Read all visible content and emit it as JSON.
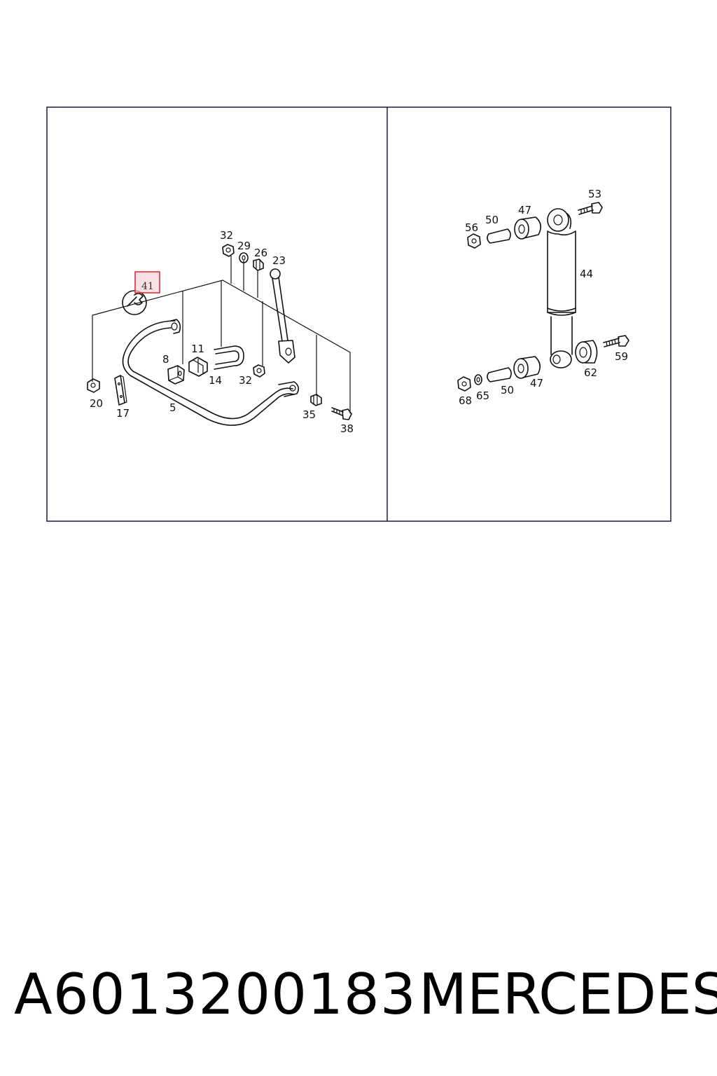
{
  "diagram": {
    "left_panel": {
      "callouts": [
        "32",
        "29",
        "26",
        "23",
        "41",
        "11",
        "8",
        "14",
        "32",
        "20",
        "17",
        "5",
        "35",
        "38"
      ],
      "highlighted": "41"
    },
    "right_panel": {
      "callouts": [
        "53",
        "47",
        "50",
        "56",
        "44",
        "59",
        "62",
        "68",
        "65",
        "50",
        "47"
      ]
    },
    "colors": {
      "highlight_border": "#e0303a",
      "highlight_fill": "#f8d0d4",
      "line": "#111111"
    }
  },
  "footer": {
    "part_number": "A6013200183",
    "brand": "MERCEDES"
  }
}
